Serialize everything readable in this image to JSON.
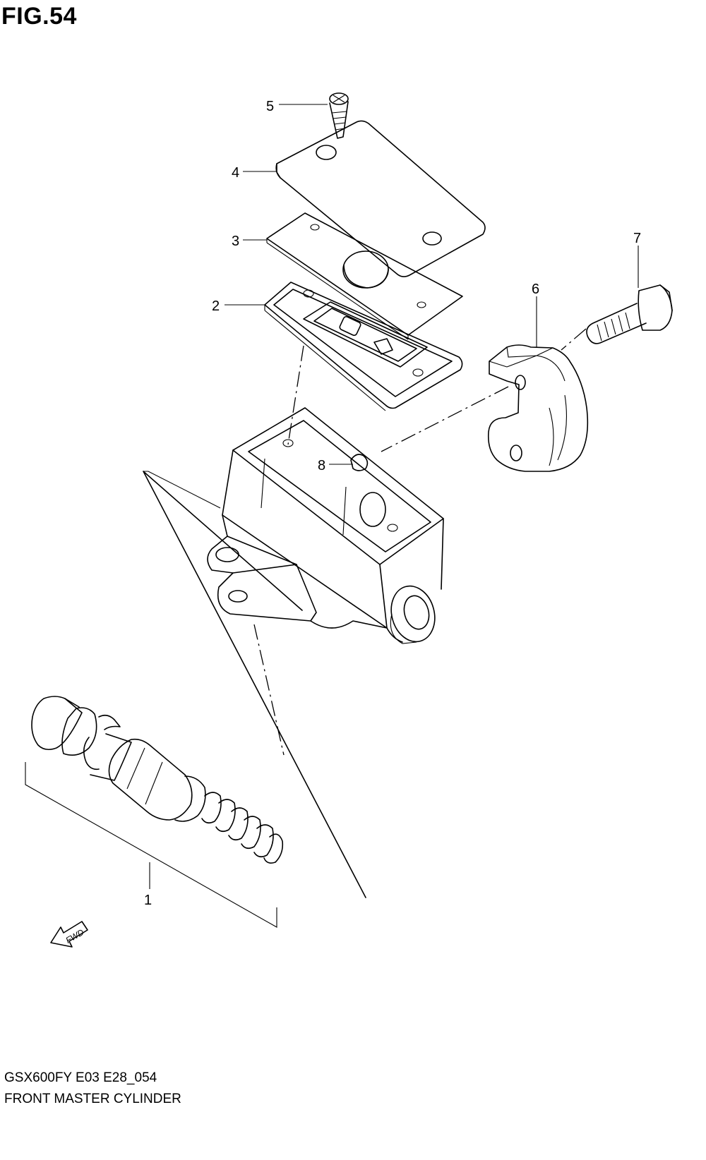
{
  "figure": {
    "title": "FIG.54"
  },
  "footer": {
    "model_code": "GSX600FY E03 E28_054",
    "assembly_name": "FRONT MASTER CYLINDER"
  },
  "callouts": [
    "1",
    "2",
    "3",
    "4",
    "5",
    "6",
    "7",
    "8"
  ],
  "fwd_arrow": {
    "label": "FWD"
  }
}
